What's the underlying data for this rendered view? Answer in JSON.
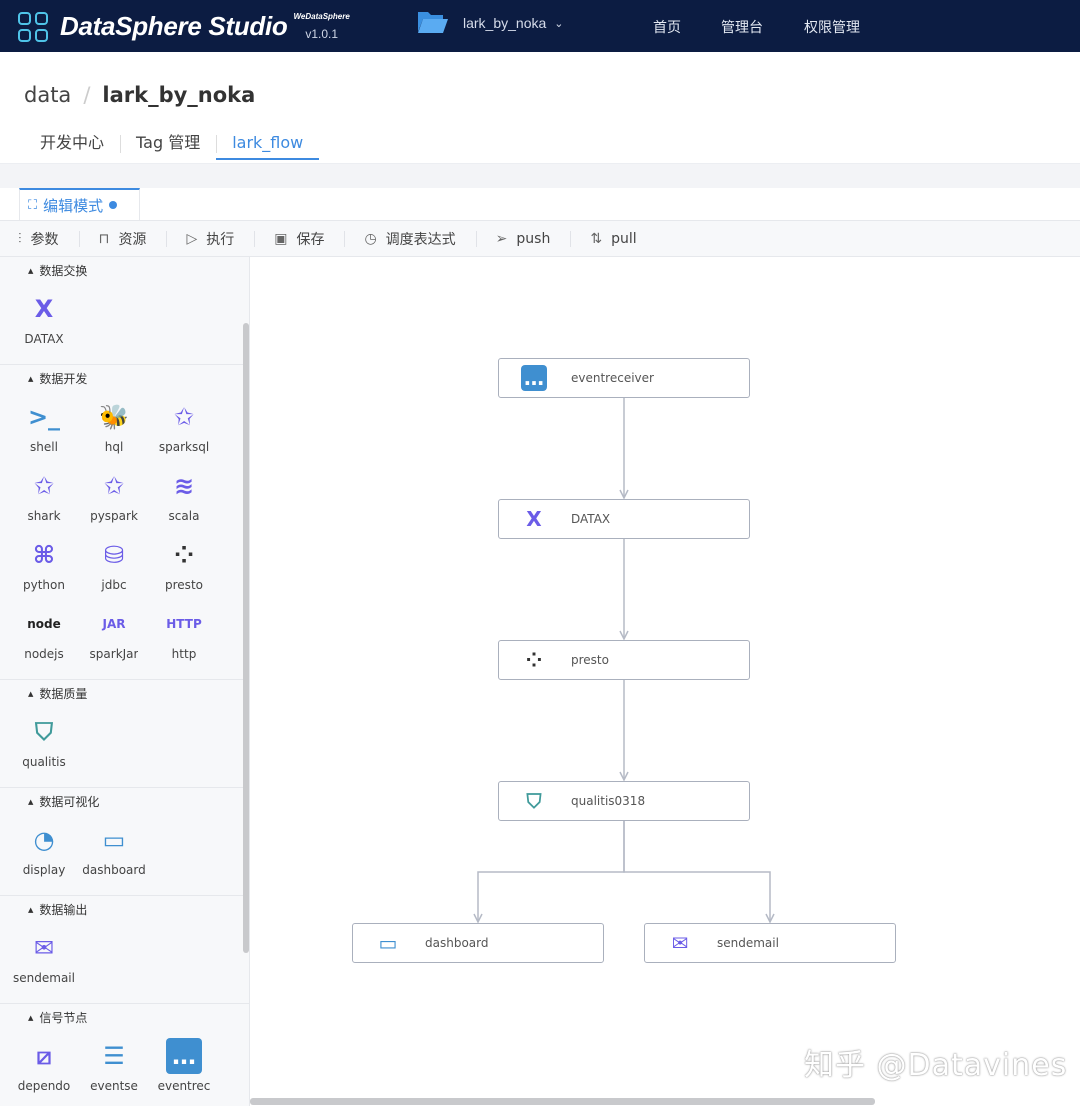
{
  "header": {
    "brand": "DataSphere Studio",
    "brand_sub": "WeDataSphere",
    "version": "v1.0.1",
    "project": "lark_by_noka",
    "nav": [
      "首页",
      "管理台",
      "权限管理"
    ]
  },
  "breadcrumb": {
    "parent": "data",
    "current": "lark_by_noka"
  },
  "tabs": [
    "开发中心",
    "Tag 管理",
    "lark_flow"
  ],
  "mode_tab": "编辑模式",
  "toolbar": [
    {
      "icon": "sliders-icon",
      "label": "参数"
    },
    {
      "icon": "gift-icon",
      "label": "资源"
    },
    {
      "icon": "play-icon",
      "label": "执行"
    },
    {
      "icon": "save-icon",
      "label": "保存"
    },
    {
      "icon": "clock-icon",
      "label": "调度表达式"
    },
    {
      "icon": "send-icon",
      "label": "push"
    },
    {
      "icon": "pull-request-icon",
      "label": "pull"
    }
  ],
  "sidebar": [
    {
      "title": "数据交换",
      "items": [
        {
          "label": "DATAX",
          "icon": "datax-icon"
        }
      ]
    },
    {
      "title": "数据开发",
      "items": [
        {
          "label": "shell",
          "icon": "terminal-icon"
        },
        {
          "label": "hql",
          "icon": "hive-icon"
        },
        {
          "label": "sparksql",
          "icon": "spark-icon"
        },
        {
          "label": "shark",
          "icon": "spark-icon"
        },
        {
          "label": "pyspark",
          "icon": "spark-icon"
        },
        {
          "label": "scala",
          "icon": "scala-icon"
        },
        {
          "label": "python",
          "icon": "python-icon"
        },
        {
          "label": "jdbc",
          "icon": "database-icon"
        },
        {
          "label": "presto",
          "icon": "presto-icon"
        },
        {
          "label": "nodejs",
          "icon": "nodejs-icon"
        },
        {
          "label": "sparkJar",
          "icon": "jar-icon"
        },
        {
          "label": "http",
          "icon": "http-icon"
        }
      ]
    },
    {
      "title": "数据质量",
      "items": [
        {
          "label": "qualitis",
          "icon": "shield-check-icon"
        }
      ]
    },
    {
      "title": "数据可视化",
      "items": [
        {
          "label": "display",
          "icon": "presentation-icon"
        },
        {
          "label": "dashboard",
          "icon": "dashboard-icon"
        }
      ]
    },
    {
      "title": "数据输出",
      "items": [
        {
          "label": "sendemail",
          "icon": "mail-icon"
        }
      ]
    },
    {
      "title": "信号节点",
      "items": [
        {
          "label": "dependo",
          "icon": "dependency-icon"
        },
        {
          "label": "eventse",
          "icon": "event-send-icon"
        },
        {
          "label": "eventrec",
          "icon": "chat-icon"
        }
      ]
    }
  ],
  "flow": {
    "nodes": [
      {
        "id": "eventreceiver",
        "label": "eventreceiver",
        "icon": "chat-icon"
      },
      {
        "id": "datax",
        "label": "DATAX",
        "icon": "datax-icon"
      },
      {
        "id": "presto",
        "label": "presto",
        "icon": "presto-icon"
      },
      {
        "id": "qualitis",
        "label": "qualitis0318",
        "icon": "shield-check-icon"
      },
      {
        "id": "dashboard",
        "label": "dashboard",
        "icon": "dashboard-icon"
      },
      {
        "id": "sendemail",
        "label": "sendemail",
        "icon": "mail-icon"
      }
    ],
    "edges": [
      [
        "eventreceiver",
        "datax"
      ],
      [
        "datax",
        "presto"
      ],
      [
        "presto",
        "qualitis"
      ],
      [
        "qualitis",
        "dashboard"
      ],
      [
        "qualitis",
        "sendemail"
      ]
    ]
  },
  "watermark": "知乎 @Datavines",
  "colors": {
    "header": "#0c1c42",
    "accent": "#3d8ae0",
    "icon_purple": "#6b5ce7",
    "icon_blue": "#3f8fd0"
  }
}
